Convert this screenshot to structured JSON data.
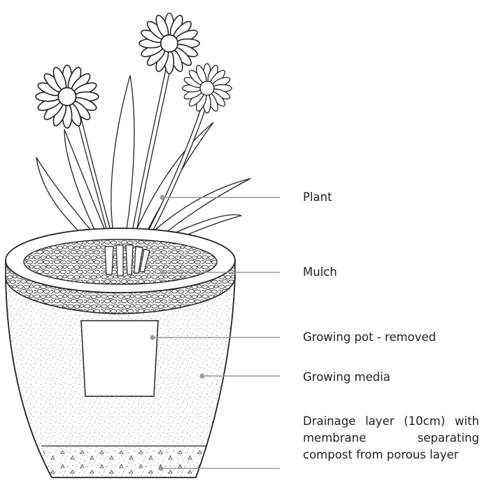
{
  "labels": {
    "plant": "Plant",
    "mulch": "Mulch",
    "growing_pot": "Growing pot - removed",
    "growing_media": "Growing media",
    "drainage_layer": "Drainage layer (10cm) with membrane separating compost from porous layer"
  },
  "colors": {
    "outline": "#222222",
    "leader_line": "#9a9a9a",
    "text": "#1f1f1f"
  }
}
